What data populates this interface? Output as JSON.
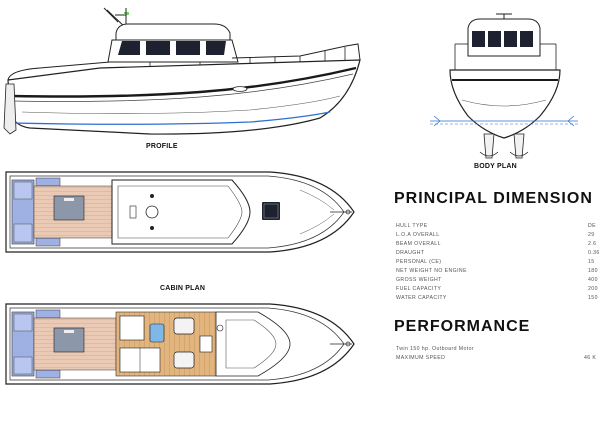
{
  "captions": {
    "profile": "PROFILE",
    "body_plan": "BODY PLAN",
    "cabin_plan": "CABIN PLAN"
  },
  "principal": {
    "heading": "PRINCIPAL DIMENSION",
    "rows": [
      {
        "label": "HULL TYPE",
        "value": "DE"
      },
      {
        "label": "L.O.A OVERALL",
        "value": "29"
      },
      {
        "label": "BEAM OVERALL",
        "value": "2.6"
      },
      {
        "label": "DRAUGHT",
        "value": "0.36"
      },
      {
        "label": "PERSONAL (CE)",
        "value": "15"
      },
      {
        "label": "NET WEIGHT NO ENGINE",
        "value": "180"
      },
      {
        "label": "GROSS WEIGHT",
        "value": "400"
      },
      {
        "label": "FUEL CAPACITY",
        "value": "200"
      },
      {
        "label": "WATER CAPACITY",
        "value": "150"
      }
    ]
  },
  "performance": {
    "heading": "PERFORMANCE",
    "engine": "Twin 150 hp.  Outboard Motor",
    "speed_label": "MAXIMUM SPEED",
    "speed_value": "46 K"
  },
  "colors": {
    "line": "#222222",
    "deck_wood": "#e9c7b2",
    "cushion_blue": "#9fb0e2",
    "window_dark": "#1e2230",
    "waterline_blue": "#2e6fd0",
    "floor_wood": "#e0b27a"
  }
}
